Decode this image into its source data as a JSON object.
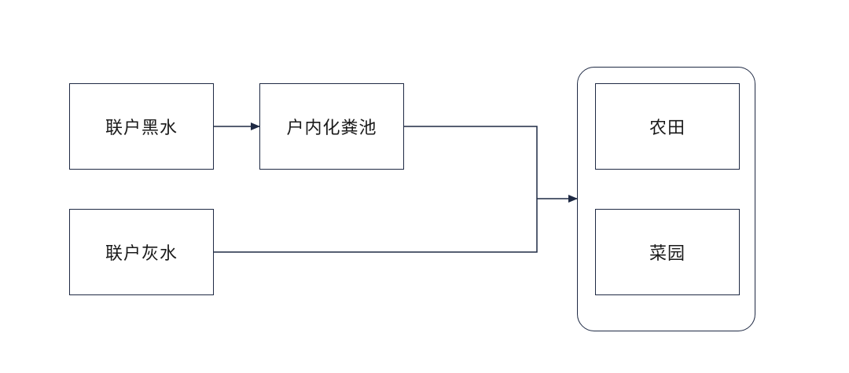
{
  "diagram": {
    "nodes": {
      "blackwater": {
        "label": "联户黑水"
      },
      "septic_tank": {
        "label": "户内化粪池"
      },
      "greywater": {
        "label": "联户灰水"
      },
      "farmland": {
        "label": "农田"
      },
      "vegetable_garden": {
        "label": "菜园"
      }
    },
    "edges": [
      {
        "from": "blackwater",
        "to": "septic_tank"
      },
      {
        "from": "septic_tank",
        "to": "destination-group"
      },
      {
        "from": "greywater",
        "to": "destination-group"
      }
    ],
    "destination_group": [
      "farmland",
      "vegetable_garden"
    ],
    "colors": {
      "stroke": "#1f2a44",
      "text": "#1a1a1a",
      "background": "#ffffff"
    }
  }
}
